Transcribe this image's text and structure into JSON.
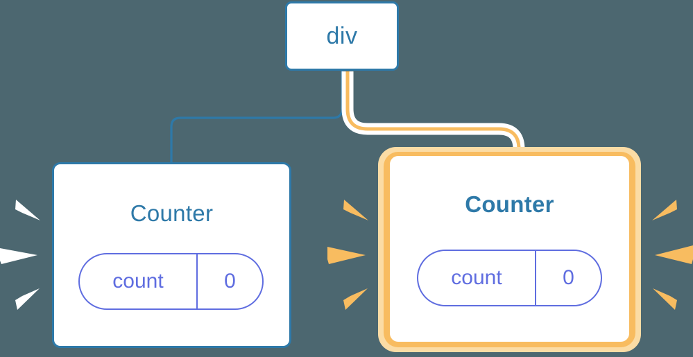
{
  "diagram": {
    "background_color": "#4c6770",
    "type": "component-tree-rerender",
    "nodes": [
      {
        "id": "div",
        "label": "div",
        "kind": "element-node",
        "highlighted": false,
        "border_color": "#2e79a8"
      },
      {
        "id": "counter-left",
        "label": "Counter",
        "kind": "component-node",
        "highlighted": false,
        "border_color": "#2e79a8",
        "prop": {
          "name": "count",
          "value": "0"
        },
        "burst_color": "#ffffff"
      },
      {
        "id": "counter-right",
        "label": "Counter",
        "kind": "component-node",
        "highlighted": true,
        "border_color": "#f8bc60",
        "halo_color": "#fbdca5",
        "prop": {
          "name": "count",
          "value": "0"
        },
        "burst_color": "#f8bc60"
      }
    ],
    "edges": [
      {
        "id": "edge-div-to-counter-left",
        "from": "div",
        "to": "counter-left",
        "color": "#2e79a8",
        "highlighted": false
      },
      {
        "id": "edge-div-to-counter-right",
        "from": "div",
        "to": "counter-right",
        "color": "#f8bc60",
        "outline_color": "#ffffff",
        "highlighted": true
      }
    ],
    "bursts": [
      {
        "id": "burst-left-outer",
        "color": "#ffffff",
        "side": "left",
        "rays": 3
      },
      {
        "id": "burst-left-inner",
        "color": "#f8bc60",
        "side": "right",
        "rays": 3
      },
      {
        "id": "burst-right-outer",
        "color": "#f8bc60",
        "side": "right",
        "rays": 3
      }
    ],
    "colors": {
      "background": "#4c6770",
      "blue": "#2e79a8",
      "orange": "#f8bc60",
      "orange_light": "#fbdca5",
      "purple": "#5f6de0",
      "white": "#ffffff"
    }
  }
}
